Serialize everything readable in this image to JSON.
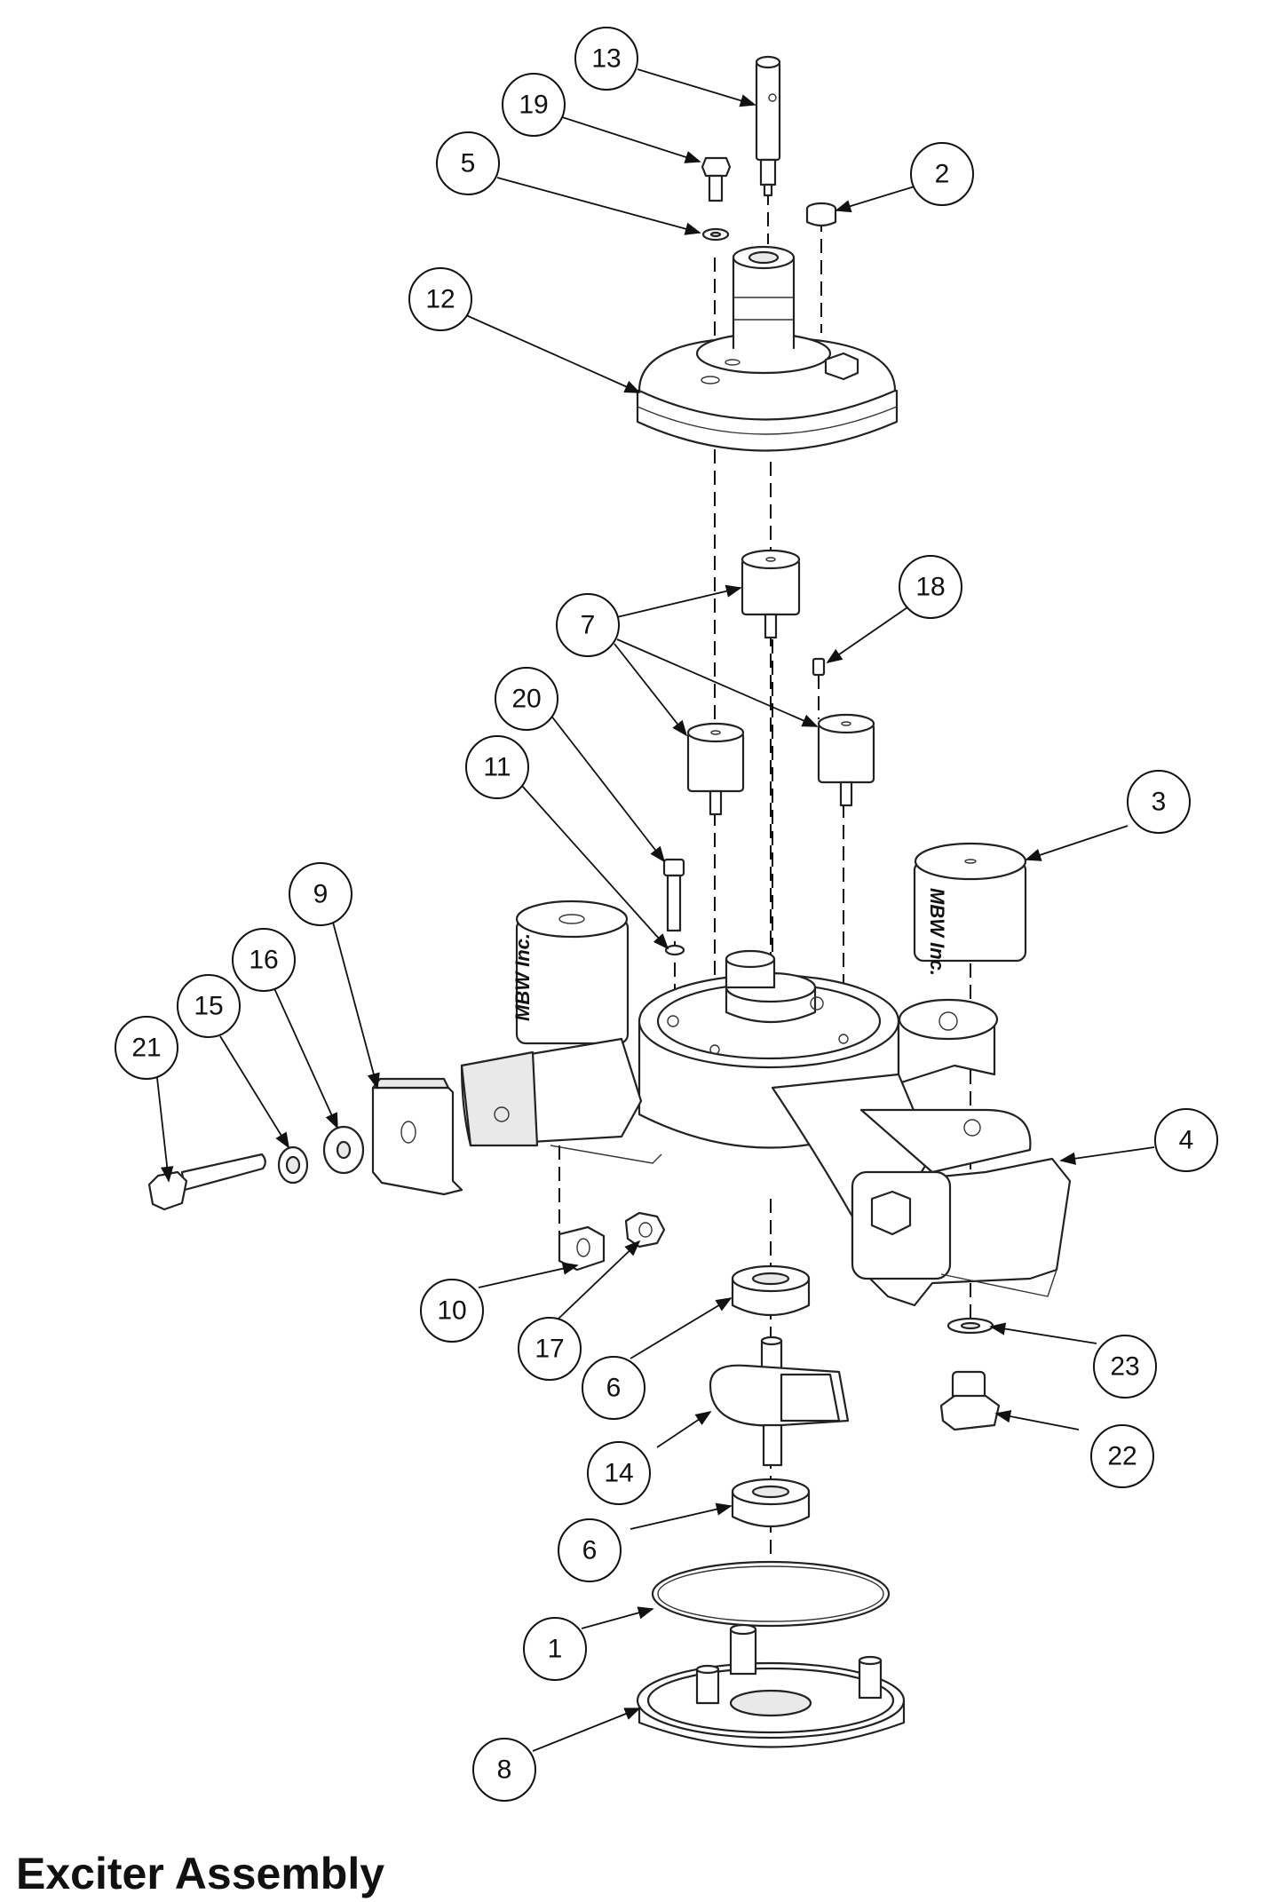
{
  "title": "Exciter Assembly",
  "brand_marks": [
    "MBW Inc.",
    "MBW Inc."
  ],
  "callouts": [
    {
      "id": "13",
      "label": "13"
    },
    {
      "id": "19",
      "label": "19"
    },
    {
      "id": "5",
      "label": "5"
    },
    {
      "id": "2",
      "label": "2"
    },
    {
      "id": "12",
      "label": "12"
    },
    {
      "id": "18",
      "label": "18"
    },
    {
      "id": "7",
      "label": "7"
    },
    {
      "id": "20",
      "label": "20"
    },
    {
      "id": "11",
      "label": "11"
    },
    {
      "id": "3",
      "label": "3"
    },
    {
      "id": "9",
      "label": "9"
    },
    {
      "id": "16",
      "label": "16"
    },
    {
      "id": "15",
      "label": "15"
    },
    {
      "id": "21",
      "label": "21"
    },
    {
      "id": "4",
      "label": "4"
    },
    {
      "id": "10",
      "label": "10"
    },
    {
      "id": "17",
      "label": "17"
    },
    {
      "id": "6a",
      "label": "6"
    },
    {
      "id": "23",
      "label": "23"
    },
    {
      "id": "14",
      "label": "14"
    },
    {
      "id": "22",
      "label": "22"
    },
    {
      "id": "6b",
      "label": "6"
    },
    {
      "id": "1",
      "label": "1"
    },
    {
      "id": "8",
      "label": "8"
    }
  ]
}
